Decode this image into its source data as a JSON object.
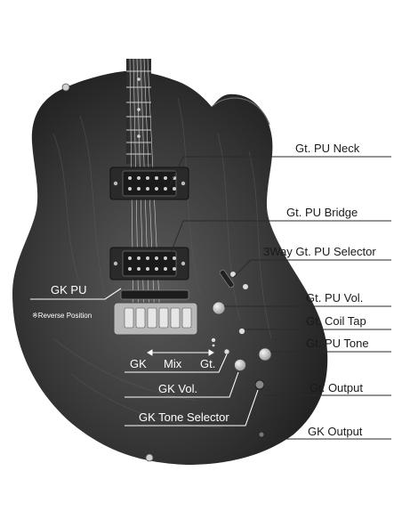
{
  "callouts": {
    "gt_pu_neck": "Gt. PU Neck",
    "gt_pu_bridge": "Gt. PU Bridge",
    "three_way_selector": "3Way Gt. PU Selector",
    "gk_pu": "GK PU",
    "gk_pu_note": "※Reverse Position",
    "gt_pu_vol": "Gt. PU Vol.",
    "gt_coil_tap": "Gt. Coil Tap",
    "gt_pu_tone": "Gt. PU Tone",
    "gk_mix_left": "GK",
    "gk_mix_mid": "Mix",
    "gk_mix_right": "Gt.",
    "gt_output": "Gt. Output",
    "gk_vol": "GK Vol.",
    "gk_tone_selector": "GK Tone Selector",
    "gk_output": "GK Output"
  },
  "colors": {
    "body_dark": "#262626",
    "body_mid": "#4a4a4a",
    "neck": "#3a3a3a",
    "hardware": "#d8d8d8",
    "background": "#ffffff"
  }
}
